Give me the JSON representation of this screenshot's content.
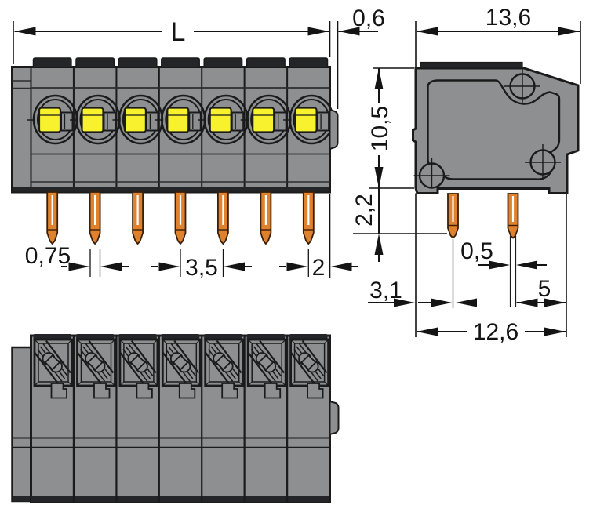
{
  "drawing": {
    "background": "#ffffff",
    "colors": {
      "body_gray": "#8d8f91",
      "outline": "#1b1b1b",
      "dark_detail": "#232528",
      "button_yellow": "#f8f22e",
      "pin_orange": "#e0812d",
      "dimension_ink": "#141414"
    },
    "front_view": {
      "poles": 7,
      "pins": 7,
      "dims": {
        "length": "L",
        "end_offset": "0,6",
        "pin_width": "0,75",
        "pitch": "3,5",
        "end_pitch": "2"
      }
    },
    "side_view": {
      "circles": 3,
      "pins": 2,
      "dims": {
        "width": "13,6",
        "height": "10,5",
        "pin_drop": "2,2",
        "pin_tip": "0,5",
        "face_to_pin": "3,1",
        "row_spacing": "5",
        "bottom_width": "12,6"
      }
    },
    "bottom_view": {
      "poles": 7
    }
  }
}
